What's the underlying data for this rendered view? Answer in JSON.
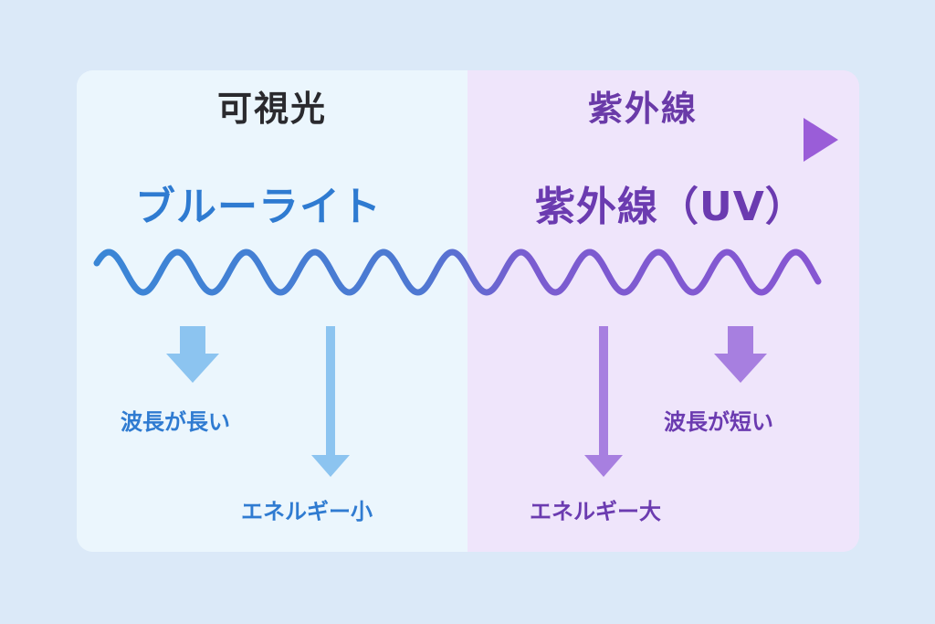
{
  "header": {
    "visible_light": "可視光",
    "ultraviolet": "紫外線"
  },
  "titles": {
    "blue_light": "ブルーライト",
    "uv": "紫外線（UV）"
  },
  "labels": {
    "wavelength_long": "波長が長い",
    "energy_small": "エネルギー小",
    "energy_large": "エネルギー大",
    "wavelength_short": "波長が短い"
  },
  "colors": {
    "blue": "#2f7bd1",
    "purple": "#6b3bb0",
    "arrow_blue": "#8cc4f0",
    "arrow_purple": "#a77fe0",
    "left_panel": "#ebf6fd",
    "right_panel": "#efe5fb",
    "background": "#dbe9f8"
  }
}
